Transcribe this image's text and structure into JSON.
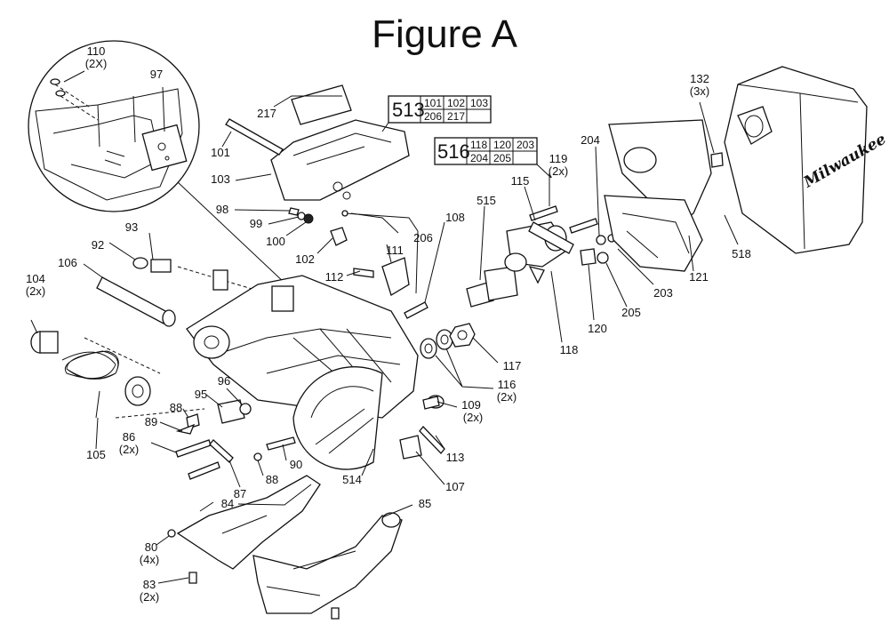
{
  "title": "Figure A",
  "brand_logo": "Milwaukee",
  "callouts": [
    {
      "id": "110",
      "qty": "(2X)"
    },
    {
      "id": "97",
      "qty": ""
    },
    {
      "id": "217",
      "qty": ""
    },
    {
      "id": "101",
      "qty": ""
    },
    {
      "id": "103",
      "qty": ""
    },
    {
      "id": "98",
      "qty": ""
    },
    {
      "id": "99",
      "qty": ""
    },
    {
      "id": "100",
      "qty": ""
    },
    {
      "id": "206",
      "qty": ""
    },
    {
      "id": "102",
      "qty": ""
    },
    {
      "id": "93",
      "qty": ""
    },
    {
      "id": "92",
      "qty": ""
    },
    {
      "id": "106",
      "qty": ""
    },
    {
      "id": "104",
      "qty": "(2x)"
    },
    {
      "id": "105",
      "qty": ""
    },
    {
      "id": "96",
      "qty": ""
    },
    {
      "id": "95",
      "qty": ""
    },
    {
      "id": "88",
      "qty": ""
    },
    {
      "id": "89",
      "qty": ""
    },
    {
      "id": "86",
      "qty": "(2x)"
    },
    {
      "id": "87",
      "qty": ""
    },
    {
      "id": "88b",
      "label": "88",
      "qty": ""
    },
    {
      "id": "90",
      "qty": ""
    },
    {
      "id": "514",
      "qty": ""
    },
    {
      "id": "84",
      "qty": ""
    },
    {
      "id": "80",
      "qty": "(4x)"
    },
    {
      "id": "83",
      "qty": "(2x)"
    },
    {
      "id": "85",
      "qty": ""
    },
    {
      "id": "107",
      "qty": ""
    },
    {
      "id": "113",
      "qty": ""
    },
    {
      "id": "109",
      "qty": "(2x)"
    },
    {
      "id": "116",
      "qty": "(2x)"
    },
    {
      "id": "117",
      "qty": ""
    },
    {
      "id": "108",
      "qty": ""
    },
    {
      "id": "111",
      "qty": ""
    },
    {
      "id": "112",
      "qty": ""
    },
    {
      "id": "515",
      "qty": ""
    },
    {
      "id": "115",
      "qty": ""
    },
    {
      "id": "118",
      "qty": ""
    },
    {
      "id": "119",
      "qty": "(2x)"
    },
    {
      "id": "120",
      "qty": ""
    },
    {
      "id": "204",
      "qty": ""
    },
    {
      "id": "205",
      "qty": ""
    },
    {
      "id": "203",
      "qty": ""
    },
    {
      "id": "121",
      "qty": ""
    },
    {
      "id": "132",
      "qty": "(3x)"
    },
    {
      "id": "518",
      "qty": ""
    }
  ],
  "kits": [
    {
      "id": "513",
      "rows": [
        [
          "101",
          "102",
          "103"
        ],
        [
          "206",
          "217",
          ""
        ]
      ]
    },
    {
      "id": "516",
      "rows": [
        [
          "118",
          "120",
          "203"
        ],
        [
          "204",
          "205",
          ""
        ]
      ]
    }
  ]
}
